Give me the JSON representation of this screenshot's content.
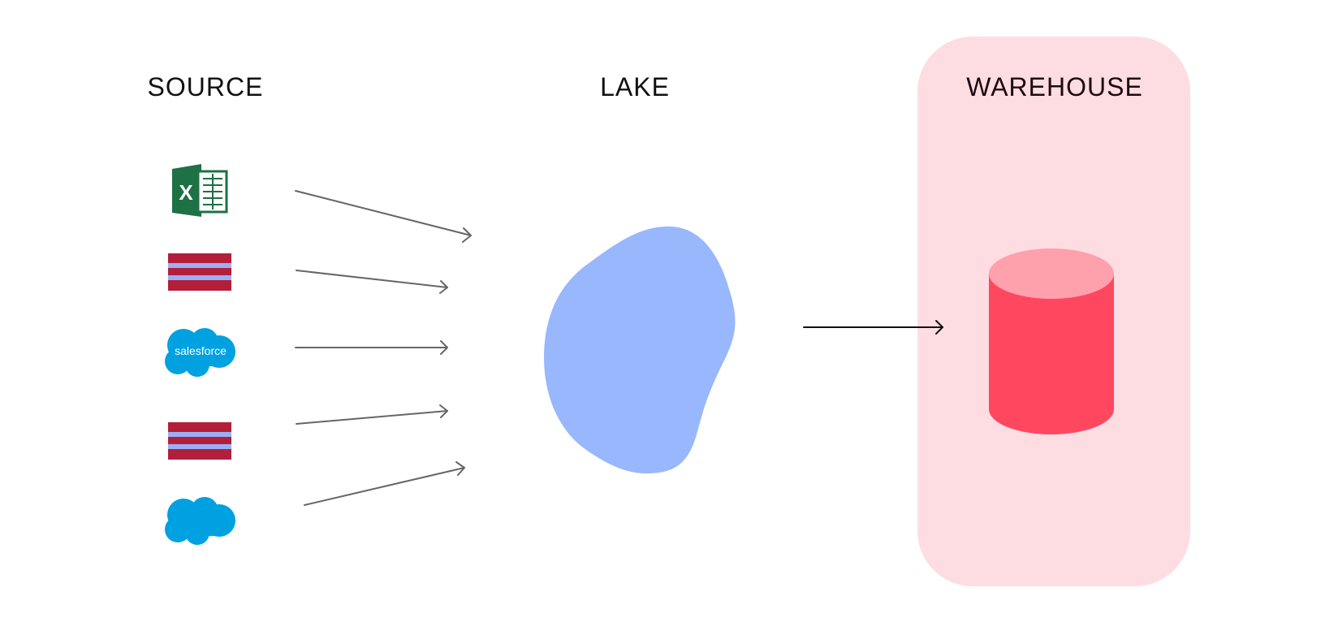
{
  "columns": {
    "source": "SOURCE",
    "lake": "LAKE",
    "warehouse": "WAREHOUSE"
  },
  "sources": [
    {
      "icon": "excel-icon",
      "label": "X"
    },
    {
      "icon": "database-table-icon"
    },
    {
      "icon": "salesforce-logo-icon",
      "label": "salesforce"
    },
    {
      "icon": "database-table-icon"
    },
    {
      "icon": "salesforce-cloud-icon"
    }
  ],
  "colors": {
    "excel_green": "#1e7145",
    "table_red": "#b31f3a",
    "table_stripe": "#9ab0f6",
    "salesforce_blue": "#00a1e0",
    "lake_blue": "#98b7fd",
    "warehouse_bg": "#fddde2",
    "cylinder_body": "#ff4760",
    "cylinder_top": "#ffa0ad",
    "arrow_gray": "#666666",
    "arrow_dark": "#111111"
  }
}
